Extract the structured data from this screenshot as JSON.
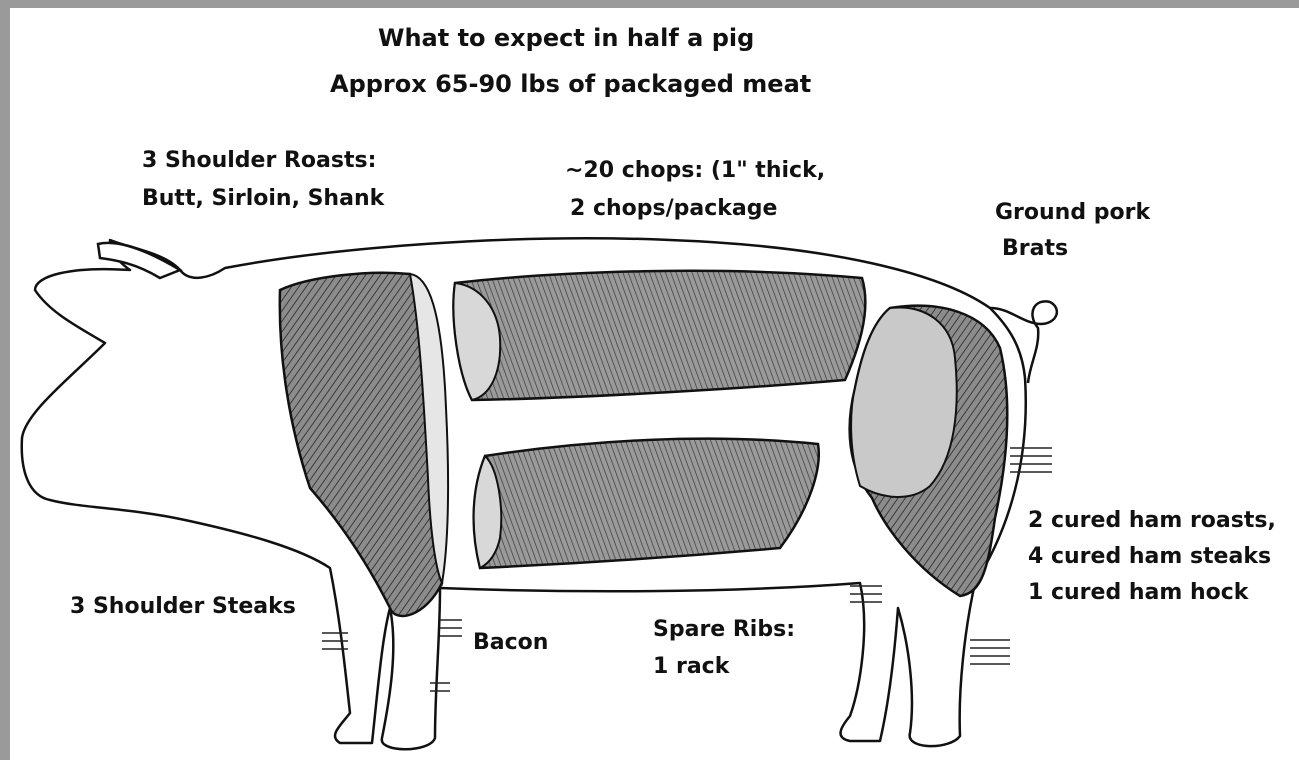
{
  "header": {
    "title": "What to expect in half a pig",
    "subtitle": "Approx 65-90 lbs of packaged meat"
  },
  "labels": {
    "shoulder_roasts": {
      "line1": "3 Shoulder Roasts:",
      "line2": "Butt, Sirloin, Shank"
    },
    "chops": {
      "line1": "~20 chops: (1\" thick,",
      "line2": "2 chops/package"
    },
    "ground": {
      "line1": "Ground pork",
      "line2": "Brats"
    },
    "ham": {
      "line1": "2 cured ham roasts,",
      "line2": "4 cured ham steaks",
      "line3": "1 cured ham hock"
    },
    "shoulder_steaks": "3 Shoulder Steaks",
    "bacon": "Bacon",
    "spare_ribs": {
      "line1": "Spare Ribs:",
      "line2": "1 rack"
    }
  },
  "colors": {
    "background": "#ffffff",
    "border": "#9a9a9a",
    "ink": "#111111",
    "cut": "#6e6e6e"
  },
  "illustration": {
    "subject": "pig-outline",
    "cuts": [
      "shoulder",
      "loin",
      "belly",
      "ham"
    ]
  }
}
